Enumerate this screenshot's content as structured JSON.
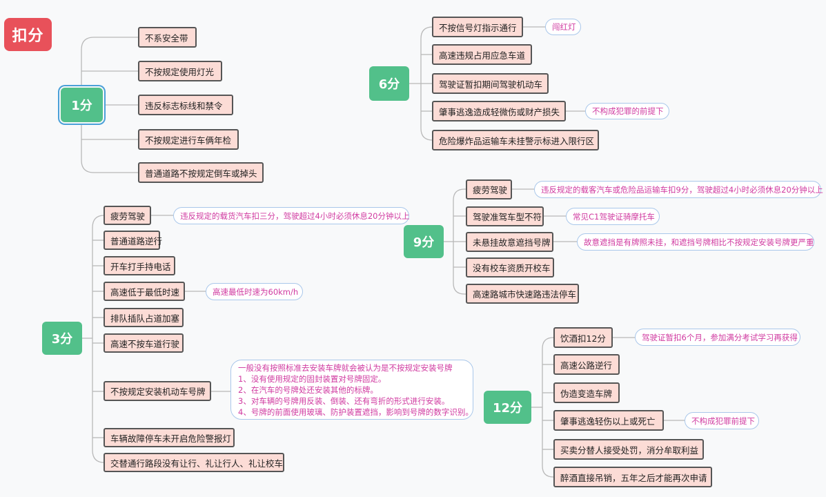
{
  "title": "扣分",
  "colors": {
    "title_bg": "#e8515a",
    "category_bg": "#52c08a",
    "item_bg": "#fcdcd6",
    "note_text": "#d03aa0",
    "note_border": "#a9c7ea"
  },
  "categories": [
    {
      "label": "1分",
      "items": [
        {
          "text": "不系安全带"
        },
        {
          "text": "不按规定使用灯光"
        },
        {
          "text": "违反标志标线和禁令"
        },
        {
          "text": "不按规定进行车俩年检"
        },
        {
          "text": "普通道路不按规定倒车或掉头"
        }
      ]
    },
    {
      "label": "6分",
      "items": [
        {
          "text": "不按信号灯指示通行",
          "note": "闯红灯"
        },
        {
          "text": "高速违规占用应急车道"
        },
        {
          "text": "驾驶证暂扣期间驾驶机动车"
        },
        {
          "text": "肇事逃逸造成轻微伤或财产损失",
          "note": "不构成犯罪的前提下"
        },
        {
          "text": "危险爆炸品运输车未挂警示标进入限行区"
        }
      ]
    },
    {
      "label": "9分",
      "items": [
        {
          "text": "疲劳驾驶",
          "note": "违反规定的载客汽车或危险品运输车扣9分，驾驶超过4小时必须休息20分钟以上"
        },
        {
          "text": "驾驶准驾车型不符",
          "note": "常见C1驾驶证骑摩托车"
        },
        {
          "text": "未悬挂故意遮挡号牌",
          "note": "故意遮挡是有牌照未挂，和遮挡号牌相比不按规定安装号牌更严重"
        },
        {
          "text": "没有校车资质开校车"
        },
        {
          "text": "高速路城市快速路违法停车"
        }
      ]
    },
    {
      "label": "3分",
      "items": [
        {
          "text": "疲劳驾驶",
          "note": "违反规定的载货汽车扣三分，驾驶超过4小时必须休息20分钟以上"
        },
        {
          "text": "普通道路逆行"
        },
        {
          "text": "开车打手持电话"
        },
        {
          "text": "高速低于最低时速",
          "note": "高速最低时速为60km/h"
        },
        {
          "text": "排队插队占道加塞"
        },
        {
          "text": "高速不按车道行驶"
        },
        {
          "text": "不按规定安装机动车号牌",
          "note_lines": [
            "一般没有按照标准去安装车牌就会被认为是不按规定安装号牌",
            "1、没有使用规定的固封装置对号牌固定。",
            "2、在汽车的号牌处还安装其他的标牌。",
            "3、对车辆的号牌用反装、倒装、还有弯折的形式进行安装。",
            "4、号牌的前面使用玻璃、防护装置遮挡，影响到号牌的数字识别。"
          ]
        },
        {
          "text": "车辆故障停车未开启危险警报灯"
        },
        {
          "text": "交替通行路段没有让行、礼让行人、礼让校车"
        }
      ]
    },
    {
      "label": "12分",
      "items": [
        {
          "text": "饮酒扣12分",
          "note": "驾驶证暂扣6个月，参加满分考试学习再获得"
        },
        {
          "text": "高速公路逆行"
        },
        {
          "text": "伪造变造车牌"
        },
        {
          "text": "肇事逃逸轻伤以上或死亡",
          "note": "不构成犯罪前提下"
        },
        {
          "text": "买卖分替人接受处罚，消分牟取利益"
        },
        {
          "text": "醉酒直接吊销，五年之后才能再次申请"
        }
      ]
    }
  ]
}
